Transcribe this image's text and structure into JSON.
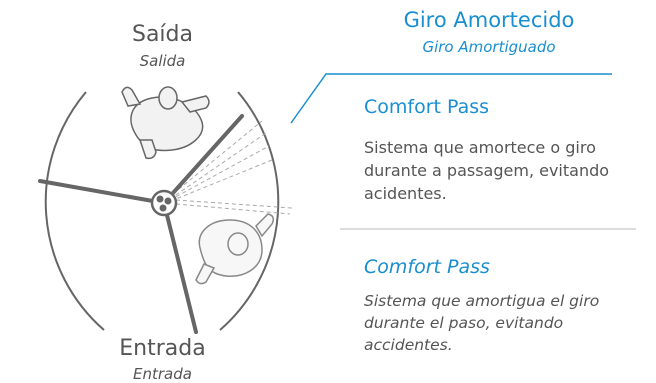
{
  "labels": {
    "exit_pt": "Saída",
    "exit_es": "Salida",
    "entry_pt": "Entrada",
    "entry_es": "Entrada"
  },
  "header": {
    "title_pt": "Giro Amortecido",
    "title_es": "Giro Amortiguado"
  },
  "section_pt": {
    "title": "Comfort Pass",
    "description": "Sistema que amortece o giro durante a passagem, evitando acidentes."
  },
  "section_es": {
    "title": "Comfort Pass",
    "description": "Sistema que amortigua el giro durante el paso, evitando accidentes."
  },
  "colors": {
    "accent": "#1a8fcf",
    "text": "#555555",
    "line": "#666666",
    "divider": "#bbbbbb"
  },
  "icons": [
    "turnstile-hub-icon",
    "person-top-view-icon"
  ]
}
